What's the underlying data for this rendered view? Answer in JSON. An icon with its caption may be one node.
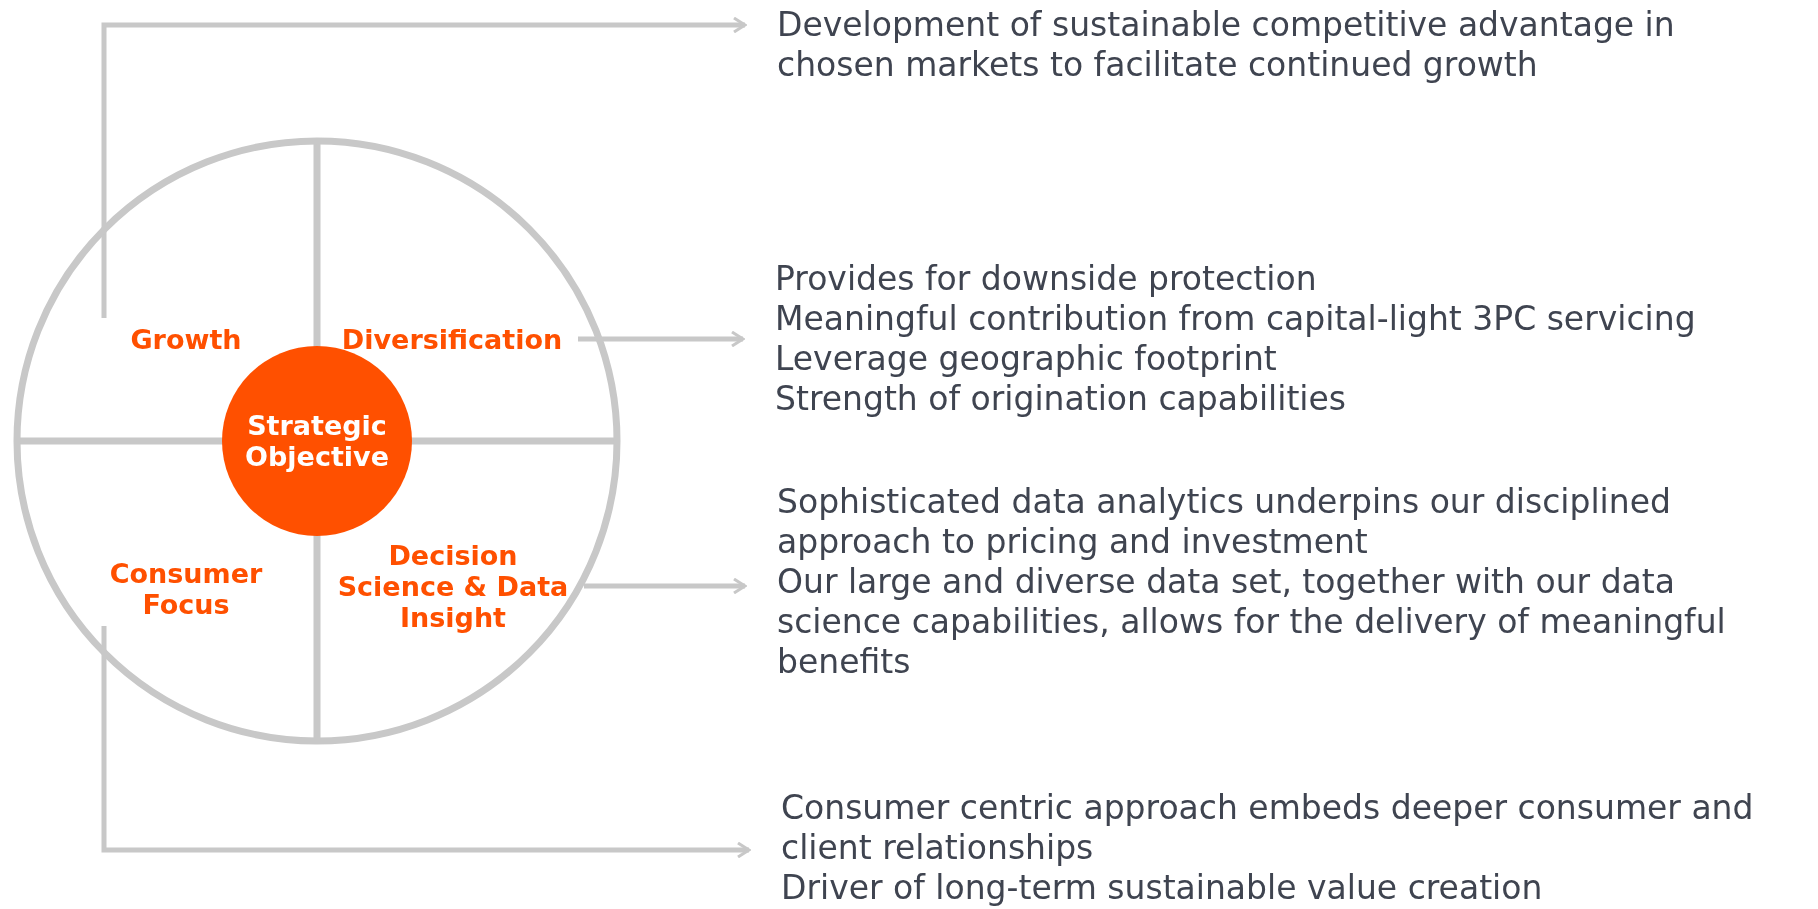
{
  "diagram": {
    "nodes": [
      {
        "text": [],
        "shape": "circle"
      },
      {
        "text": [
          "Growth"
        ],
        "in": 0
      },
      {
        "text": [
          "Diversification"
        ],
        "in": 0
      },
      {
        "text": [
          "Strategic Objective"
        ],
        "in": 0
      },
      {
        "text": [
          "Consumer Focus"
        ],
        "in": 0
      },
      {
        "text": [
          "Decision Science & Data Insight"
        ],
        "in": 0
      },
      {
        "text": [
          "Development of sustainable competitive advantage in chosen markets to facilitate continued growth"
        ]
      },
      {
        "text": [
          "Provides for downside protection",
          "Meaningful contribution from capital-light 3PC servicing",
          "Leverage geographic footprint",
          "Strength of origination capabilities"
        ]
      },
      {
        "text": [
          "Sophisticated data analytics underpins our disciplined approach to pricing and investment",
          "Our large and diverse data set, together with our data science capabilities, allows for the delivery of meaningful benefits"
        ]
      },
      {
        "text": [
          "Consumer centric approach embeds deeper consumer and client relationships",
          "Driver of long-term sustainable value creation"
        ]
      }
    ],
    "edges": [
      {
        "from": 1,
        "to": 6,
        "arrow": "to"
      },
      {
        "from": 2,
        "to": 7,
        "arrow": "to"
      },
      {
        "from": 5,
        "to": 8,
        "arrow": "to"
      },
      {
        "from": 4,
        "to": 9,
        "arrow": "to"
      }
    ]
  }
}
